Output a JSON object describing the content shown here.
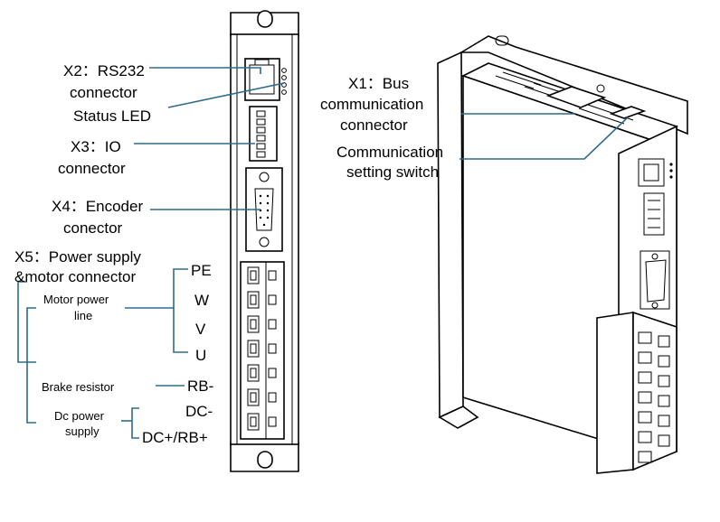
{
  "front_view_labels": {
    "x2_line1": "X2：RS232",
    "x2_line2": "connector",
    "status_led": "Status LED",
    "x3_line1": "X3：IO",
    "x3_line2": "connector",
    "x4_line1": "X4：Encoder",
    "x4_line2": "conector",
    "x5_line1": "X5：Power supply",
    "x5_line2": "&motor connector"
  },
  "terminal_labels": {
    "pe": "PE",
    "w": "W",
    "v": "V",
    "u": "U",
    "rb_minus": "RB-",
    "dc_minus": "DC-",
    "dc_plus_rb_plus": "DC+/RB+"
  },
  "group_labels": {
    "motor_power_line1": "Motor power",
    "motor_power_line2": "line",
    "brake_resistor": "Brake resistor",
    "dc_power_line1": "Dc power",
    "dc_power_line2": "supply"
  },
  "iso_view_labels": {
    "x1_line1": "X1：Bus",
    "x1_line2": "communication",
    "x1_line3": "connector",
    "switch_line1": "Communication",
    "switch_line2": "setting switch"
  },
  "colors": {
    "leader_line": "#2e6b8a",
    "outline": "#000000",
    "background": "#ffffff"
  }
}
